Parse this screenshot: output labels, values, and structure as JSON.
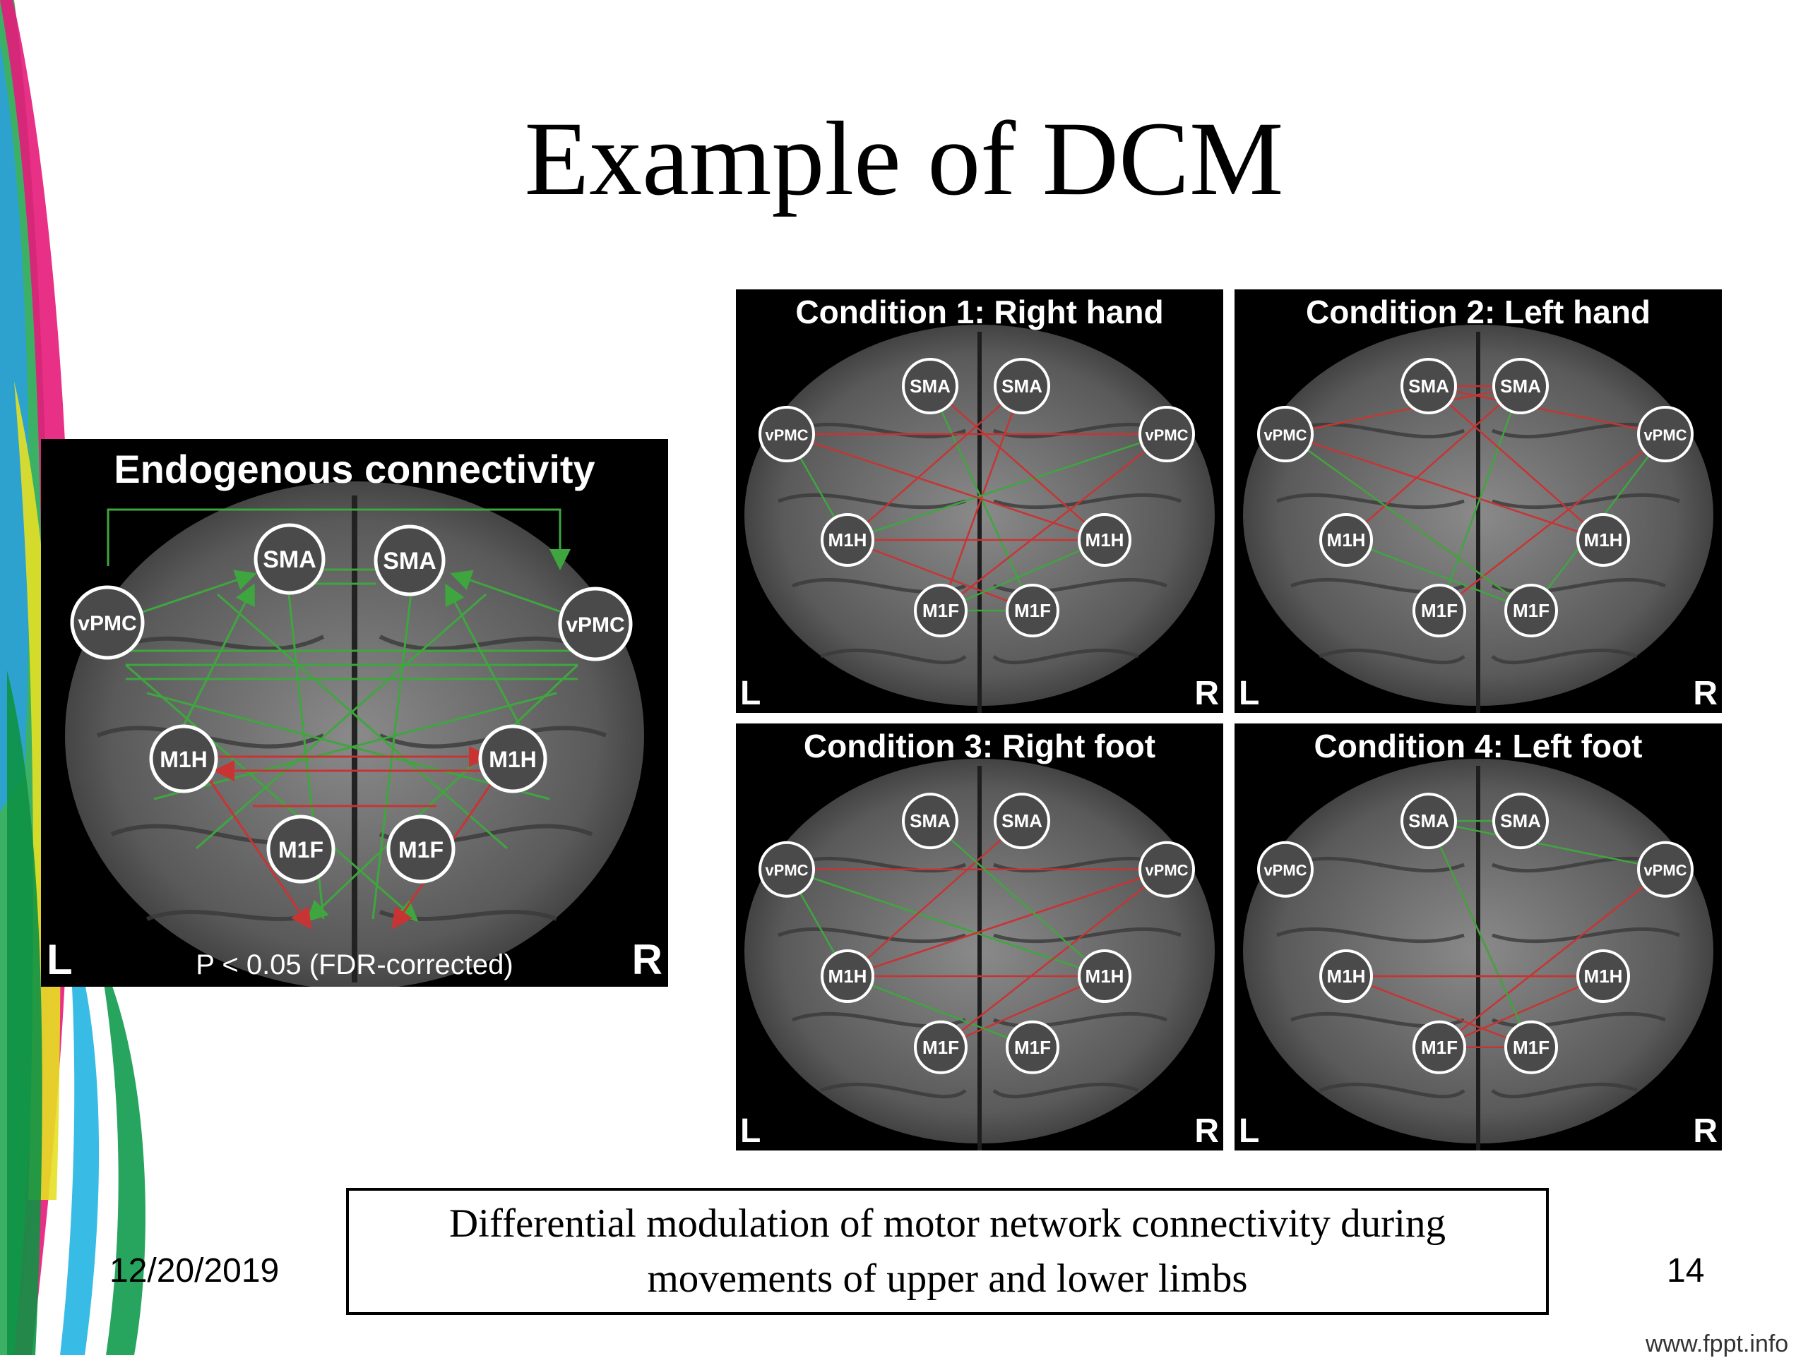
{
  "slide": {
    "title": "Example of DCM",
    "caption_line1": "Differential modulation of motor network connectivity during",
    "caption_line2": "movements of upper and lower limbs",
    "date": "12/20/2019",
    "page_number": "14",
    "footer_url": "www.fppt.info"
  },
  "panels": {
    "endogenous": {
      "title": "Endogenous connectivity",
      "footnote": "P < 0.05 (FDR-corrected)",
      "left_label": "L",
      "right_label": "R"
    },
    "cond1": {
      "title": "Condition 1: Right hand",
      "left_label": "L",
      "right_label": "R"
    },
    "cond2": {
      "title": "Condition 2: Left hand",
      "left_label": "L",
      "right_label": "R"
    },
    "cond3": {
      "title": "Condition 3: Right foot",
      "left_label": "L",
      "right_label": "R"
    },
    "cond4": {
      "title": "Condition 4: Left foot",
      "left_label": "L",
      "right_label": "R"
    }
  },
  "regions": {
    "sma": "SMA",
    "vpmc": "vPMC",
    "m1h": "M1H",
    "m1f": "M1F"
  },
  "colors": {
    "positive_connection": "#3fa63f",
    "negative_connection": "#c83434",
    "panel_background": "#000000",
    "node_stroke": "#ffffff"
  }
}
